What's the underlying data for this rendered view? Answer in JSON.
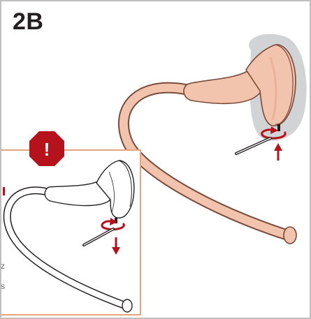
{
  "step": {
    "label": "2B"
  },
  "warning": {
    "icon": "stop-octagon-icon",
    "symbol": "!"
  },
  "inset_fragments": {
    "line1": "z",
    "line2": "s"
  },
  "colors": {
    "brass": "#f2c4ad",
    "brass_outline": "#7a4a3a",
    "arrow_red": "#b5121b",
    "wall_shadow": "#d1d3d4",
    "inset_border": "#e5a57c",
    "frame_border": "#bfbfbf"
  }
}
